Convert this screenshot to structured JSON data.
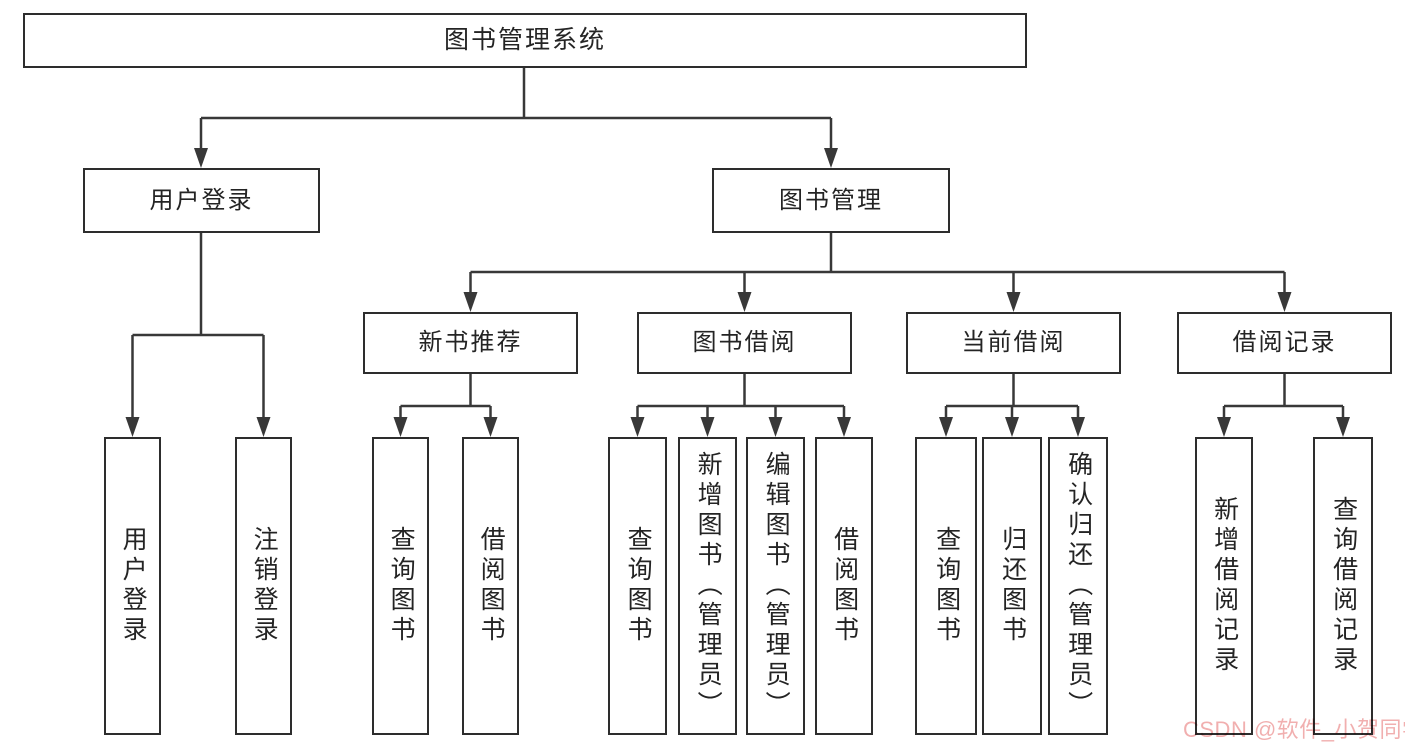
{
  "diagram_title": "图书管理系统",
  "tree": {
    "root": {
      "label": "图书管理系统"
    },
    "children": [
      {
        "label": "用户登录",
        "children": [
          {
            "label": "用户登录"
          },
          {
            "label": "注销登录"
          }
        ]
      },
      {
        "label": "图书管理",
        "children": [
          {
            "label": "新书推荐",
            "children": [
              {
                "label": "查询图书"
              },
              {
                "label": "借阅图书"
              }
            ]
          },
          {
            "label": "图书借阅",
            "children": [
              {
                "label": "查询图书"
              },
              {
                "label": "新增图书（管理员）"
              },
              {
                "label": "编辑图书（管理员）"
              },
              {
                "label": "借阅图书"
              }
            ]
          },
          {
            "label": "当前借阅",
            "children": [
              {
                "label": "查询图书"
              },
              {
                "label": "归还图书"
              },
              {
                "label": "确认归还（管理员）"
              }
            ]
          },
          {
            "label": "借阅记录",
            "children": [
              {
                "label": "新增借阅记录"
              },
              {
                "label": "查询借阅记录"
              }
            ]
          }
        ]
      }
    ]
  },
  "watermark": {
    "text": "CSDN @软件_小贺同学",
    "color": "#F0A2A2"
  },
  "colors": {
    "background": "#ffffff",
    "box_fill": "#ffffff",
    "box_border": "#2d2d2d",
    "line": "#383838",
    "text": "#242424"
  }
}
